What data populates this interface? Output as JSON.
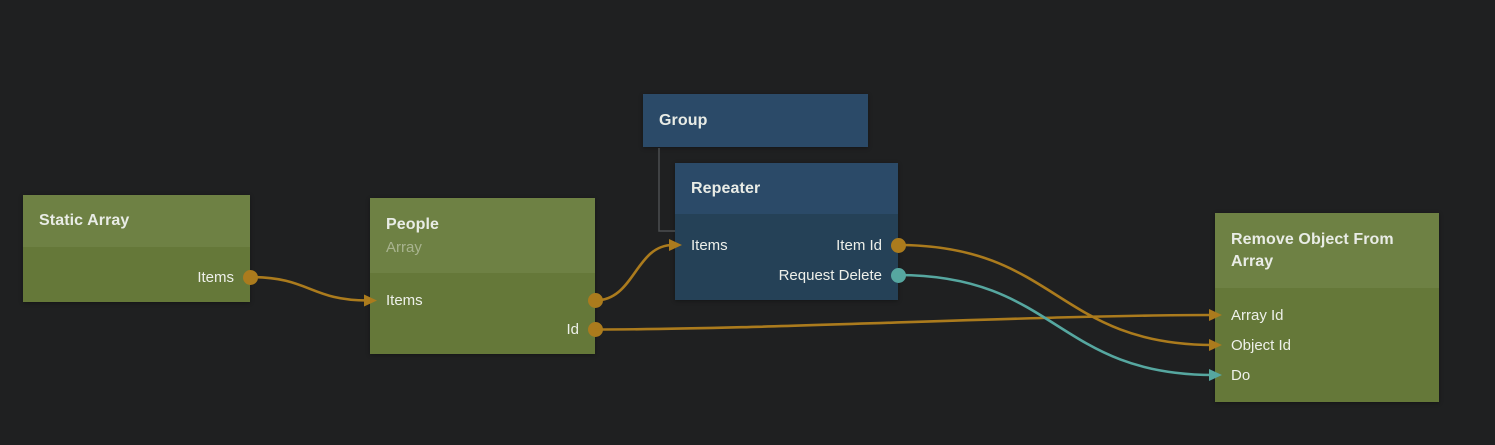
{
  "app": {
    "name": "node graph editor"
  },
  "colors": {
    "background": "#1f2021",
    "orange": "#ab7b1d",
    "teal": "#56a7a0",
    "hierarchy": "#4b4e50",
    "green_header": "#6e8144",
    "green_body": "#657839",
    "blue_header": "#2b4a68",
    "blue_body": "#254157"
  },
  "nodes": [
    {
      "id": "static-array",
      "title": "Static Array",
      "subtitle": "",
      "rows": [
        {
          "left": "",
          "right": "Items",
          "dot": "orange"
        }
      ]
    },
    {
      "id": "people",
      "title": "People",
      "subtitle": "Array",
      "rows": [
        {
          "left": "Items",
          "right": "",
          "dot": "orange"
        },
        {
          "left": "",
          "right": "Id",
          "dot": "orange"
        }
      ]
    },
    {
      "id": "group",
      "title": "Group",
      "subtitle": "",
      "rows": []
    },
    {
      "id": "repeater",
      "title": "Repeater",
      "subtitle": "",
      "rows": [
        {
          "left": "Items",
          "right": "Item Id",
          "dot": "orange"
        },
        {
          "left": "",
          "right": "Request Delete",
          "dot": "teal"
        }
      ]
    },
    {
      "id": "remove-object-from-array",
      "title": "Remove Object From Array",
      "subtitle": "",
      "rows": [
        {
          "left": "Array Id",
          "right": ""
        },
        {
          "left": "Object Id",
          "right": ""
        },
        {
          "left": "Do",
          "right": ""
        }
      ]
    }
  ],
  "connections": [
    {
      "from": "static-array.0",
      "to": "people.0",
      "color": "orange"
    },
    {
      "from": "people.0",
      "to": "repeater.0",
      "color": "orange"
    },
    {
      "from": "people.1",
      "to": "remove-object-from-array.0",
      "color": "orange"
    },
    {
      "from": "repeater.0",
      "to": "remove-object-from-array.1",
      "color": "orange"
    },
    {
      "from": "repeater.1",
      "to": "remove-object-from-array.2",
      "color": "teal"
    }
  ],
  "hierarchy": [
    {
      "parent": "group",
      "child": "repeater"
    }
  ]
}
